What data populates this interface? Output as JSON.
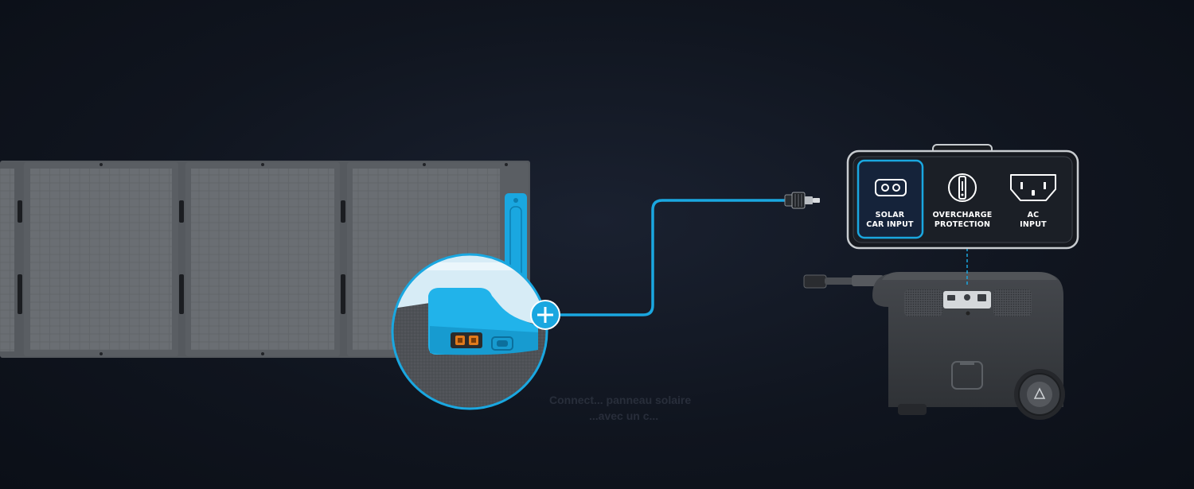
{
  "panel": {
    "solar_input_label": [
      "SOLAR",
      "CAR INPUT"
    ],
    "overcharge_label": [
      "OVERCHARGE",
      "PROTECTION"
    ],
    "ac_input_label": [
      "AC",
      "INPUT"
    ]
  },
  "background_caption": [
    "Connect... panneau solaire",
    "...avec un c..."
  ],
  "colors": {
    "accent_cyan": "#1aa7e0",
    "panel_gray": "#5d6166",
    "station_gray": "#3a3d42",
    "background": "#10151f"
  },
  "icons": [
    "plus-icon",
    "xt60-connector-icon",
    "dc-socket-icon",
    "fuse-icon",
    "ac-socket-icon",
    "warning-triangle-icon"
  ]
}
